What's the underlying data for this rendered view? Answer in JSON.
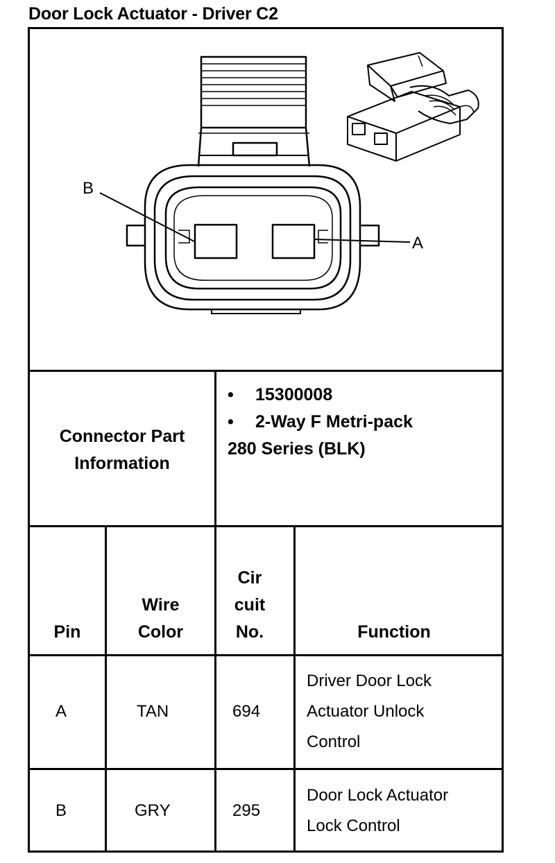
{
  "title": "Door Lock Actuator - Driver C2",
  "diagram": {
    "pin_labels": [
      "B",
      "A"
    ]
  },
  "part_info": {
    "label_line1": "Connector Part",
    "label_line2": "Information",
    "bullets": [
      "15300008",
      "2-Way F Metri-pack"
    ],
    "continuation": "280 Series (BLK)"
  },
  "table": {
    "headers": {
      "pin": "Pin",
      "wire_color": [
        "Wire",
        "Color"
      ],
      "circuit_no": [
        "Cir",
        "cuit",
        "No."
      ],
      "function": "Function"
    },
    "rows": [
      {
        "pin": "A",
        "wire_color": "TAN",
        "circuit": "694",
        "function": [
          "Driver Door Lock",
          "Actuator Unlock",
          "Control"
        ]
      },
      {
        "pin": "B",
        "wire_color": "GRY",
        "circuit": "295",
        "function": [
          "Door Lock Actuator",
          "Lock Control"
        ]
      }
    ]
  }
}
